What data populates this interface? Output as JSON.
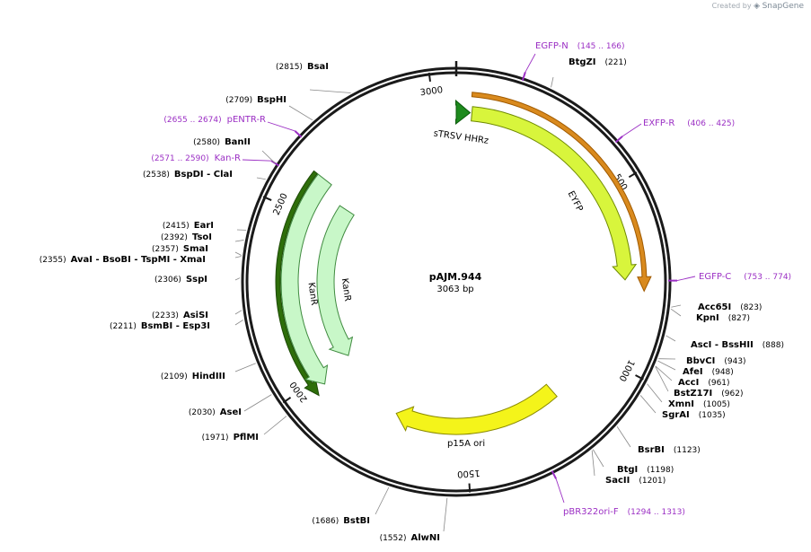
{
  "branding": {
    "prefix": "Created by",
    "name": "SnapGene"
  },
  "plasmid": {
    "name": "pAJM.944",
    "size": "3063 bp",
    "length": 3063
  },
  "ruler_ticks": [
    {
      "bp": 500,
      "label": "500"
    },
    {
      "bp": 1000,
      "label": "1000"
    },
    {
      "bp": 1500,
      "label": "1500"
    },
    {
      "bp": 2000,
      "label": "2000"
    },
    {
      "bp": 2500,
      "label": "2500"
    },
    {
      "bp": 3000,
      "label": "3000"
    }
  ],
  "features": [
    {
      "name": "sTRSV HHRz",
      "start": 0,
      "end": 40,
      "color": "#1e8a1e",
      "direction": "forward",
      "label": "sTRSV HHRz"
    },
    {
      "name": "EYFP",
      "start": 45,
      "end": 760,
      "color": "#d8f53c",
      "direction": "forward",
      "label": "EYFP"
    },
    {
      "name": "EXFP-R",
      "start": 1,
      "end": 790,
      "color": "#d98a1e",
      "direction": "forward",
      "label": ""
    },
    {
      "name": "p15A ori",
      "start": 1180,
      "end": 1740,
      "color": "#f4f41a",
      "direction": "forward",
      "label": "p15A ori"
    },
    {
      "name": "KanR-outer",
      "start": 1960,
      "end": 2620,
      "color": "#2e6e0a",
      "direction": "reverse",
      "label": ""
    },
    {
      "name": "KanR",
      "start": 1975,
      "end": 2620,
      "color": "#c8f7c8",
      "direction": "reverse",
      "label": "KanR"
    },
    {
      "name": "KanR-inner",
      "start": 1975,
      "end": 2620,
      "color": "#c8f7c8",
      "direction": "reverse",
      "label": "KanR"
    }
  ],
  "restriction_sites": [
    {
      "name": "BsaI",
      "pos": "(2815)"
    },
    {
      "name": "BspHI",
      "pos": "(2709)"
    },
    {
      "name": "BanII",
      "pos": "(2580)"
    },
    {
      "name": "BspDI - ClaI",
      "pos": "(2538)"
    },
    {
      "name": "EarI",
      "pos": "(2415)"
    },
    {
      "name": "TsoI",
      "pos": "(2392)"
    },
    {
      "name": "SmaI",
      "pos": "(2357)"
    },
    {
      "name": "AvaI - BsoBI - TspMI - XmaI",
      "pos": "(2355)"
    },
    {
      "name": "SspI",
      "pos": "(2306)"
    },
    {
      "name": "AsiSI",
      "pos": "(2233)"
    },
    {
      "name": "BsmBI - Esp3I",
      "pos": "(2211)"
    },
    {
      "name": "HindIII",
      "pos": "(2109)"
    },
    {
      "name": "AseI",
      "pos": "(2030)"
    },
    {
      "name": "PflMI",
      "pos": "(1971)"
    },
    {
      "name": "BstBI",
      "pos": "(1686)"
    },
    {
      "name": "AlwNI",
      "pos": "(1552)"
    },
    {
      "name": "BtgZI",
      "pos": "(221)"
    },
    {
      "name": "Acc65I",
      "pos": "(823)"
    },
    {
      "name": "KpnI",
      "pos": "(827)"
    },
    {
      "name": "AscI - BssHII",
      "pos": "(888)"
    },
    {
      "name": "BbvCI",
      "pos": "(943)"
    },
    {
      "name": "AfeI",
      "pos": "(948)"
    },
    {
      "name": "AccI",
      "pos": "(961)"
    },
    {
      "name": "BstZ17I",
      "pos": "(962)"
    },
    {
      "name": "XmnI",
      "pos": "(1005)"
    },
    {
      "name": "SgrAI",
      "pos": "(1035)"
    },
    {
      "name": "BsrBI",
      "pos": "(1123)"
    },
    {
      "name": "BtgI",
      "pos": "(1198)"
    },
    {
      "name": "SacII",
      "pos": "(1201)"
    }
  ],
  "primers": [
    {
      "name": "EGFP-N",
      "range": "(145 .. 166)"
    },
    {
      "name": "EXFP-R",
      "range": "(406 .. 425)"
    },
    {
      "name": "EGFP-C",
      "range": "(753 .. 774)"
    },
    {
      "name": "pBR322ori-F",
      "range": "(1294 .. 1313)"
    },
    {
      "name": "pENTR-R",
      "range": "(2655 .. 2674)"
    },
    {
      "name": "Kan-R",
      "range": "(2571 .. 2590)"
    }
  ],
  "colors": {
    "backbone": "#1a1a1a",
    "primer": "#9b2fc4",
    "leader": "#888888"
  }
}
